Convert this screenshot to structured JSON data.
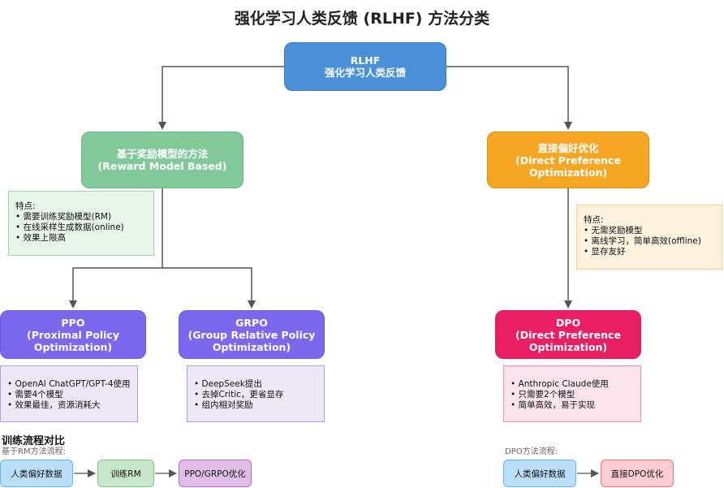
{
  "title": "强化学习人类反馈 (RLHF) 方法分类",
  "colors": {
    "rlhf": "#4a90d9",
    "reward_based": "#82c99a",
    "dpo_family": "#f5a623",
    "ppo": "#7b68ee",
    "grpo": "#7b68ee",
    "dpo": "#e91e63",
    "connector": "#555555"
  },
  "nodes": {
    "rlhf": {
      "line1": "RLHF",
      "line2": "强化学习人类反馈"
    },
    "reward_based": {
      "line1": "基于奖励模型的方法",
      "line2": "(Reward Model Based)"
    },
    "direct_pref": {
      "line1": "直接偏好优化",
      "line2": "(Direct Preference",
      "line3": "Optimization)"
    },
    "ppo": {
      "line1": "PPO",
      "line2": "(Proximal Policy Optimization)"
    },
    "grpo": {
      "line1": "GRPO",
      "line2": "(Group Relative Policy",
      "line3": "Optimization)"
    },
    "dpo": {
      "line1": "DPO",
      "line2": "(Direct Preference",
      "line3": "Optimization)"
    }
  },
  "notes": {
    "reward_features": {
      "heading": "特点:",
      "items": [
        "• 需要训练奖励模型(RM)",
        "• 在线采样生成数据(online)",
        "• 效果上限高"
      ]
    },
    "dpo_features": {
      "heading": "特点:",
      "items": [
        "• 无需奖励模型",
        "• 离线学习，简单高效(offline)",
        "• 显存友好"
      ]
    },
    "ppo_notes": {
      "items": [
        "• OpenAI ChatGPT/GPT-4使用",
        "• 需要4个模型",
        "• 效果最佳，资源消耗大"
      ]
    },
    "grpo_notes": {
      "items": [
        "• DeepSeek提出",
        "• 去掉Critic，更省显存",
        "• 组内相对奖励"
      ]
    },
    "dpo_notes": {
      "items": [
        "• Anthropic Claude使用",
        "• 只需要2个模型",
        "• 简单高效，易于实现"
      ]
    }
  },
  "comparison": {
    "title": "训练流程对比",
    "rm_flow": {
      "label": "基于RM方法流程:",
      "steps": [
        "人类偏好数据",
        "训练RM",
        "PPO/GRPO优化"
      ]
    },
    "dpo_flow": {
      "label": "DPO方法流程:",
      "steps": [
        "人类偏好数据",
        "直接DPO优化"
      ]
    }
  }
}
